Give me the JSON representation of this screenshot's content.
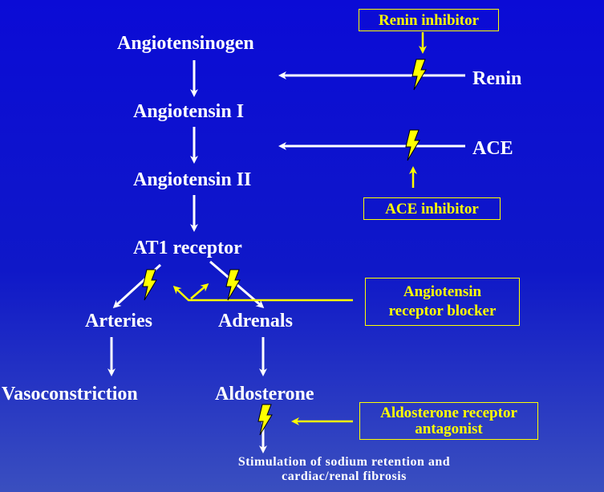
{
  "nodes": {
    "angiotensinogen": "Angiotensinogen",
    "angiotensin_i": "Angiotensin I",
    "angiotensin_ii": "Angiotensin II",
    "at1_receptor": "AT1 receptor",
    "arteries": "Arteries",
    "adrenals": "Adrenals",
    "vasoconstriction": "Vasoconstriction",
    "aldosterone": "Aldosterone",
    "renin": "Renin",
    "ace": "ACE",
    "stimulation_line1": "Stimulation of sodium retention and",
    "stimulation_line2": "cardiac/renal fibrosis"
  },
  "inhibitors": {
    "renin_inhibitor": "Renin inhibitor",
    "ace_inhibitor": "ACE inhibitor",
    "arb_line1": "Angiotensin",
    "arb_line2": "receptor blocker",
    "ara_line1": "Aldosterone receptor",
    "ara_line2": "antagonist"
  },
  "colors": {
    "background": "#0f18c8",
    "text": "#ffffff",
    "inhibitor": "#ffff00",
    "bolt": "#ffff00"
  },
  "icons": {
    "block_marker": "lightning-bolt-icon"
  }
}
